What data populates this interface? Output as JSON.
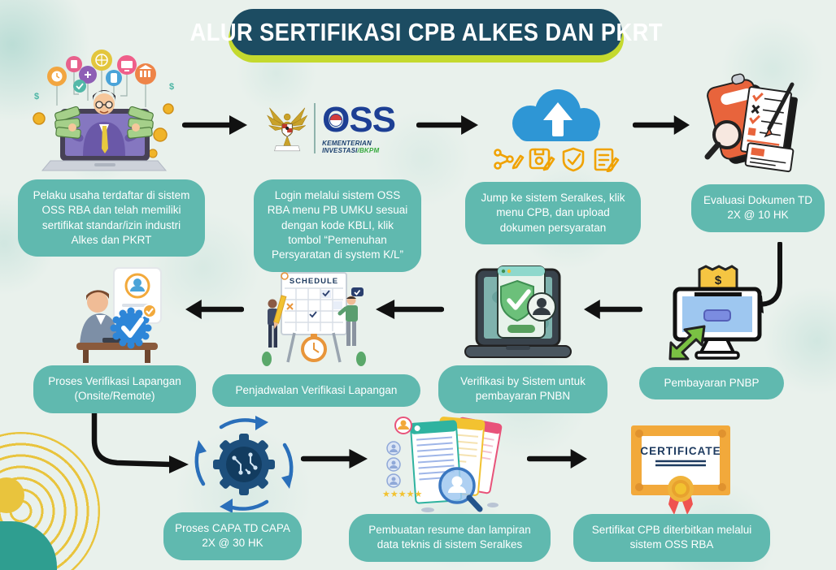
{
  "title": "ALUR SERTIFIKASI CPB ALKES DAN PKRT",
  "colors": {
    "background": "#e9f1ec",
    "title_bg": "#1c4c62",
    "title_shadow": "#c4d92e",
    "label_bg": "#60b9af",
    "label_text": "#ffffff",
    "arrow": "#111111",
    "cloud_blue": "#2e96d5",
    "icon_orange": "#f0a202"
  },
  "steps": [
    {
      "label": "Pelaku usaha terdaftar di sistem OSS RBA dan telah memiliki sertifikat standar/izin industri Alkes dan PKRT",
      "icon": "businessman-money-laptop"
    },
    {
      "label": "Login melalui sistem OSS RBA menu PB UMKU sesuai dengan kode KBLI, klik tombol “Pemenuhan Persyaratan di system K/L”",
      "icon": "oss-logo"
    },
    {
      "label": "Jump ke sistem Seralkes, klik menu CPB, dan upload dokumen persyaratan",
      "icon": "cloud-upload"
    },
    {
      "label": "Evaluasi Dokumen TD 2X @ 10 HK",
      "icon": "document-evaluation-checklist"
    },
    {
      "label": "Pembayaran PNBP",
      "icon": "payment-monitor"
    },
    {
      "label": "Verifikasi by Sistem untuk pembayaran PNBN",
      "icon": "laptop-shield-verification"
    },
    {
      "label": "Penjadwalan Verifikasi Lapangan",
      "icon": "schedule-board"
    },
    {
      "label": "Proses Verifikasi Lapangan (Onsite/Remote)",
      "icon": "verified-person-desk"
    },
    {
      "label": "Proses CAPA TD CAPA 2X @ 30 HK",
      "icon": "gear-cycle"
    },
    {
      "label": "Pembuatan resume dan lampiran data teknis di sistem Seralkes",
      "icon": "resume-documents-magnifier"
    },
    {
      "label": "Sertifikat CPB diterbitkan melalui sistem OSS RBA",
      "icon": "certificate"
    }
  ],
  "oss_logo": {
    "wordmark": "OSS",
    "ministry": "KEMENTERIAN INVESTASI",
    "agency": "/BKPM"
  },
  "illustrations": {
    "schedule_title": "SCHEDULE",
    "certificate_title": "CERTIFICATE",
    "dollar": "$"
  }
}
